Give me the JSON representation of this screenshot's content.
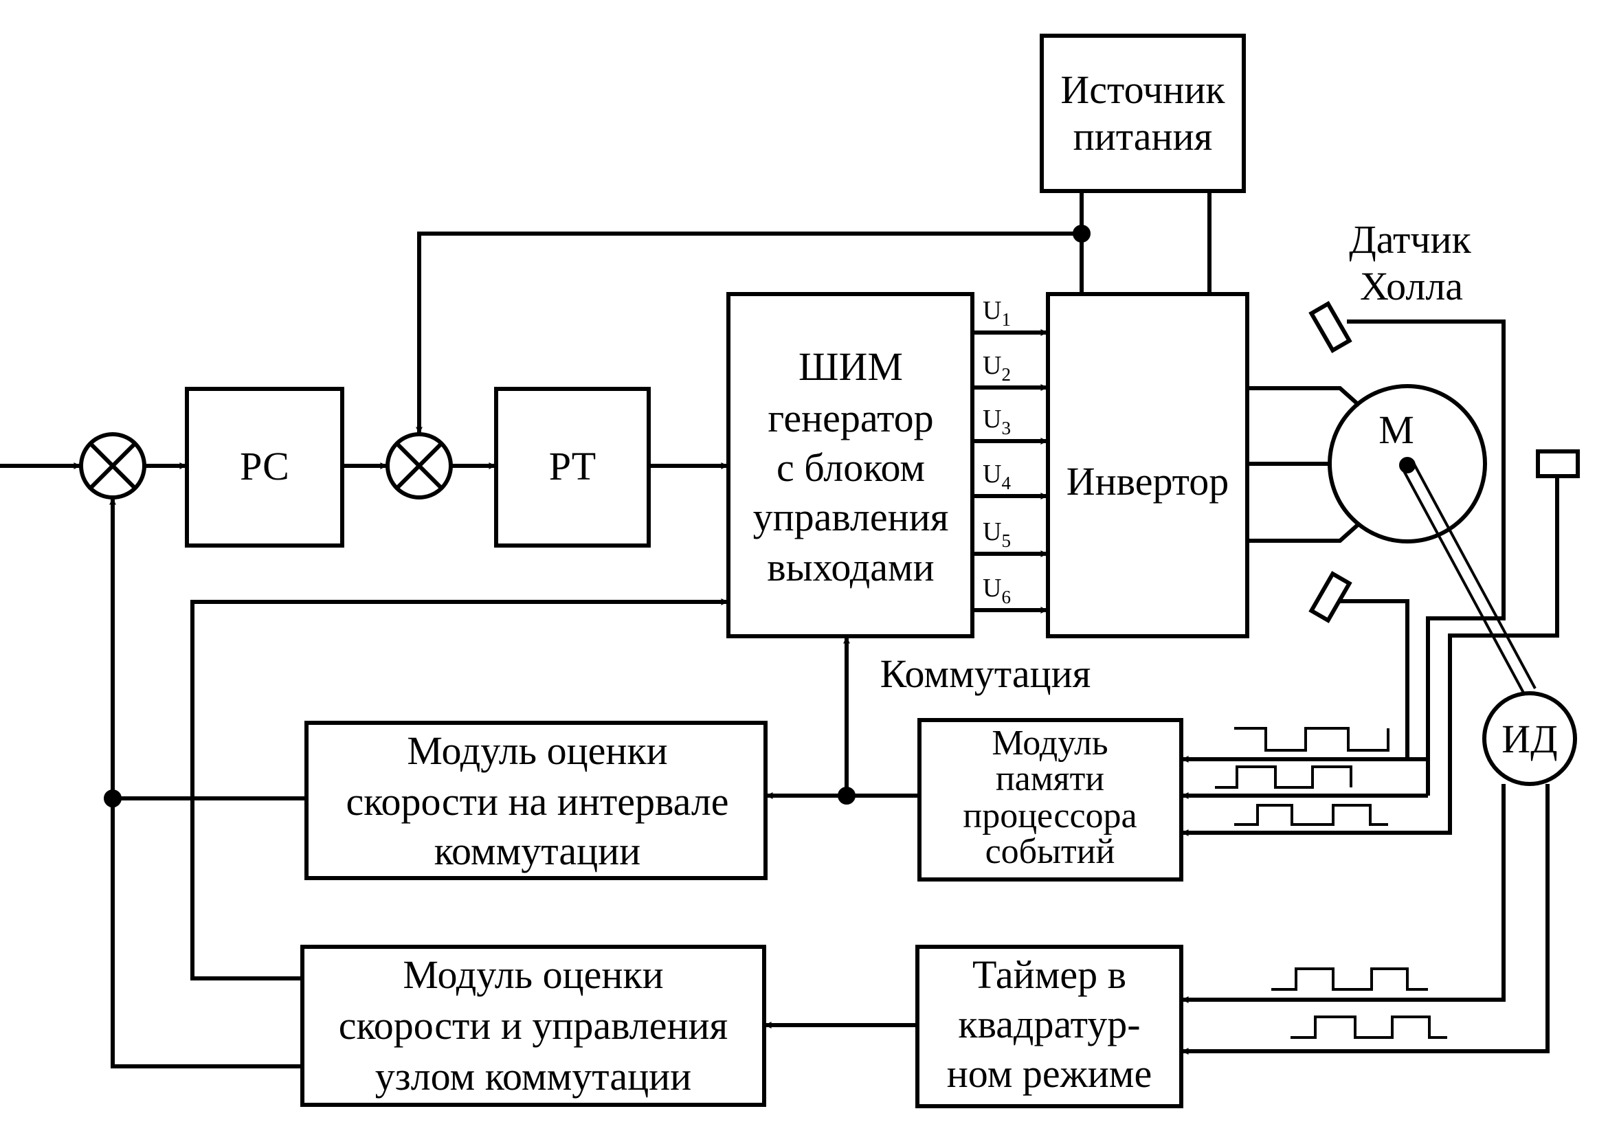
{
  "blocks": {
    "rs": "РС",
    "rt": "РТ",
    "pwm": [
      "ШИМ",
      "генератор",
      "с блоком",
      "управления",
      "выходами"
    ],
    "source": [
      "Источник",
      "питания"
    ],
    "inverter": "Инвертор",
    "motor": "М",
    "encoder": "ИД",
    "speed_interval": [
      "Модуль оценки",
      "скорости на интервале",
      "коммутации"
    ],
    "capture": [
      "Модуль",
      "памяти",
      "процессора",
      "событий"
    ],
    "speed_control": [
      "Модуль оценки",
      "скорости и управления",
      "узлом коммутации"
    ],
    "timer": [
      "Таймер в",
      "квадратур-",
      "ном режиме"
    ]
  },
  "labels": {
    "hall": [
      "Датчик",
      "Холла"
    ],
    "commutation": "Коммутация"
  },
  "signals": [
    {
      "main": "U",
      "sub": "1"
    },
    {
      "main": "U",
      "sub": "2"
    },
    {
      "main": "U",
      "sub": "3"
    },
    {
      "main": "U",
      "sub": "4"
    },
    {
      "main": "U",
      "sub": "5"
    },
    {
      "main": "U",
      "sub": "6"
    }
  ],
  "colors": {
    "line": "#000000",
    "background": "#ffffff"
  }
}
